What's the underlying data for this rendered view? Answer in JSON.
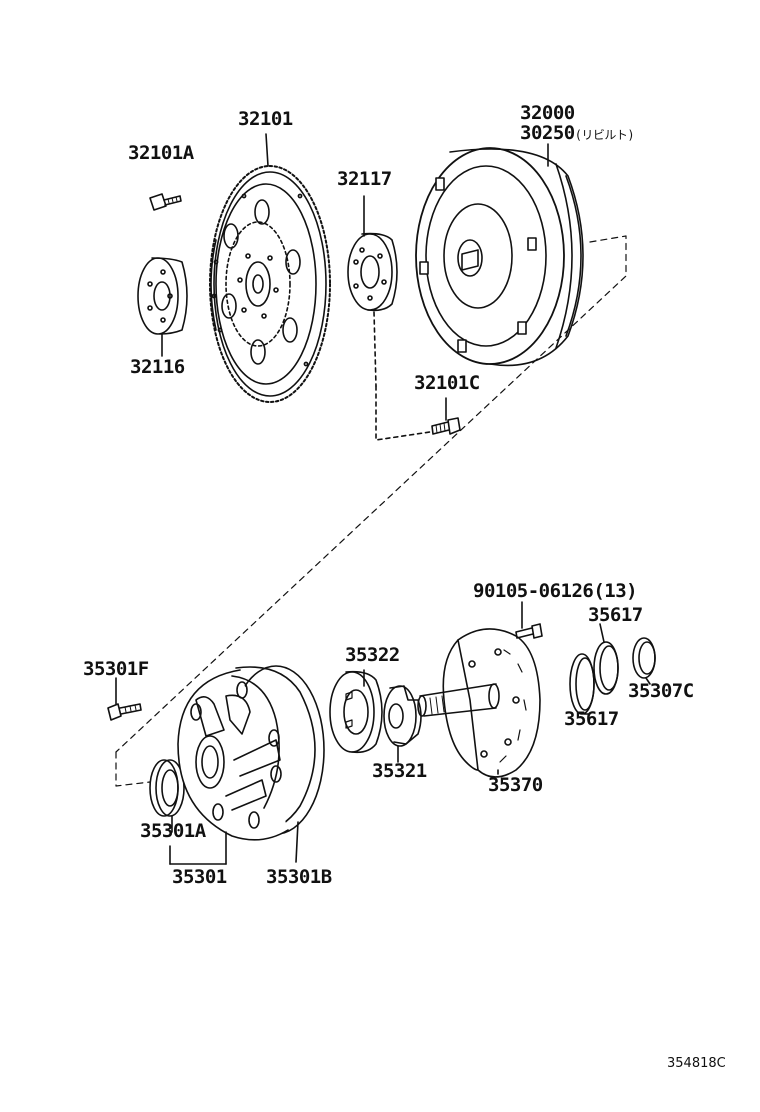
{
  "parts": {
    "p32101A": "32101A",
    "p32101": "32101",
    "p32117": "32117",
    "p32000": "32000",
    "p30250": "30250",
    "p30250_note": "(リビルト)",
    "p32116": "32116",
    "p32101C": "32101C",
    "p90105": "90105-06126(13)",
    "p35617_top": "35617",
    "p35617_bottom": "35617",
    "p35307C": "35307C",
    "p35322": "35322",
    "p35301F": "35301F",
    "p35321": "35321",
    "p35370": "35370",
    "p35301A": "35301A",
    "p35301": "35301",
    "p35301B": "35301B"
  },
  "figure_number": "354818C",
  "colors": {
    "ink": "#111111",
    "paper": "#ffffff"
  }
}
